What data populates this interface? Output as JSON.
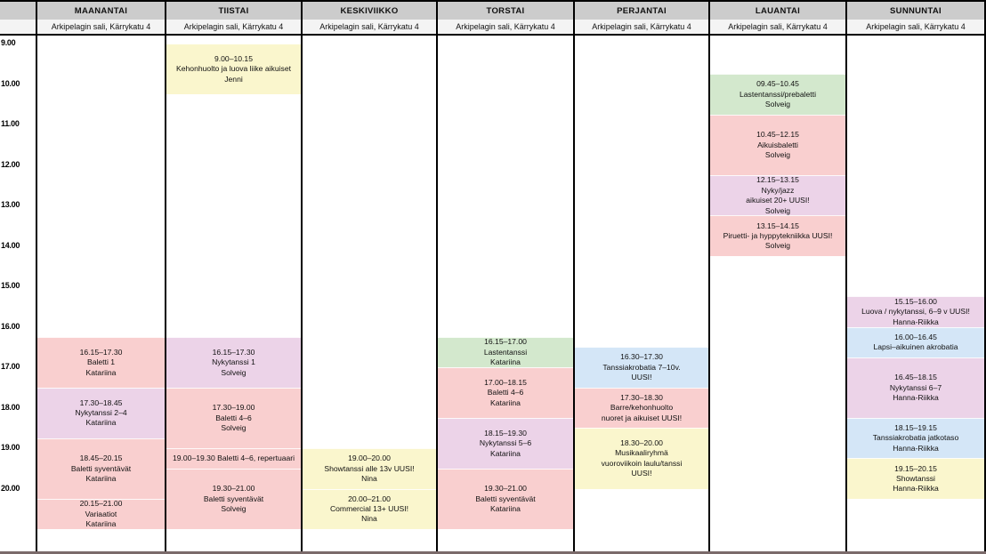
{
  "table": {
    "corner_label": "",
    "venue_line": "Arkipelagin sali, Kärrykatu 4",
    "time_labels": [
      "9.00",
      "10.00",
      "11.00",
      "12.00",
      "13.00",
      "14.00",
      "15.00",
      "16.00",
      "17.00",
      "18.00",
      "19.00",
      "20.00"
    ],
    "colors": {
      "header_bg": "#cccccc",
      "subheader_bg": "#f4f4f4",
      "pink": "#f9cfcf",
      "lilac": "#ecd3e8",
      "green": "#d3e8cd",
      "blue": "#d4e6f7",
      "yellow": "#faf6cd",
      "grid_line": "#000000"
    }
  },
  "days": [
    {
      "name": "MAANANTAI",
      "venue": "Arkipelagin sali, Kärrykatu 4",
      "events": [
        {
          "time": "16.15–17.30",
          "title": "Baletti 1",
          "teacher": "Katariina",
          "color": "pink",
          "start": 16.25,
          "end": 17.5
        },
        {
          "time": "17.30–18.45",
          "title": "Nykytanssi 2–4",
          "teacher": "Katariina",
          "color": "lilac",
          "start": 17.5,
          "end": 18.75
        },
        {
          "time": "18.45–20.15",
          "title": "Baletti syventävät",
          "teacher": "Katariina",
          "color": "pink",
          "start": 18.75,
          "end": 20.25
        },
        {
          "time": "20.15–21.00",
          "title": "Variaatiot",
          "teacher": "Katariina",
          "color": "pink",
          "start": 20.25,
          "end": 21.0
        }
      ]
    },
    {
      "name": "TIISTAI",
      "venue": "Arkipelagin sali, Kärrykatu 4",
      "events": [
        {
          "time": "9.00–10.15",
          "title": "Kehonhuolto ja luova liike aikuiset",
          "teacher": "Jenni",
          "color": "yellow",
          "start": 9.0,
          "end": 10.25
        },
        {
          "time": "16.15–17.30",
          "title": "Nykytanssi 1",
          "teacher": "Solveig",
          "color": "lilac",
          "start": 16.25,
          "end": 17.5
        },
        {
          "time": "17.30–19.00",
          "title": "Baletti 4–6",
          "teacher": "Solveig",
          "color": "pink",
          "start": 17.5,
          "end": 19.0
        },
        {
          "time": "19.00–19.30 Baletti 4–6, repertuaari",
          "title": "",
          "teacher": "",
          "color": "pink",
          "start": 19.0,
          "end": 19.5
        },
        {
          "time": "19.30–21.00",
          "title": "Baletti syventävät",
          "teacher": "Solveig",
          "color": "pink",
          "start": 19.5,
          "end": 21.0
        }
      ]
    },
    {
      "name": "KESKIVIIKKO",
      "venue": "Arkipelagin sali, Kärrykatu 4",
      "events": [
        {
          "time": "19.00–20.00",
          "title": "Showtanssi alle 13v UUSI!",
          "teacher": "Nina",
          "color": "yellow",
          "start": 19.0,
          "end": 20.0
        },
        {
          "time": "20.00–21.00",
          "title": "Commercial 13+ UUSI!",
          "teacher": "Nina",
          "color": "yellow",
          "start": 20.0,
          "end": 21.0
        }
      ]
    },
    {
      "name": "TORSTAI",
      "venue": "Arkipelagin sali, Kärrykatu 4",
      "events": [
        {
          "time": "16.15–17.00",
          "title": "Lastentanssi",
          "teacher": "Katariina",
          "color": "green",
          "start": 16.25,
          "end": 17.0
        },
        {
          "time": "17.00–18.15",
          "title": "Baletti 4–6",
          "teacher": "Katariina",
          "color": "pink",
          "start": 17.0,
          "end": 18.25
        },
        {
          "time": "18.15–19.30",
          "title": "Nykytanssi 5–6",
          "teacher": "Katariina",
          "color": "lilac",
          "start": 18.25,
          "end": 19.5
        },
        {
          "time": "19.30–21.00",
          "title": "Baletti syventävät",
          "teacher": "Katariina",
          "color": "pink",
          "start": 19.5,
          "end": 21.0
        }
      ]
    },
    {
      "name": "PERJANTAI",
      "venue": "Arkipelagin sali, Kärrykatu 4",
      "events": [
        {
          "time": "16.30–17.30",
          "title": "Tanssiakrobatia 7–10v.",
          "teacher": "UUSI!",
          "color": "blue",
          "start": 16.5,
          "end": 17.5
        },
        {
          "time": "17.30–18.30",
          "title": "Barre/kehonhuolto",
          "teacher": "nuoret ja aikuiset UUSI!",
          "color": "pink",
          "start": 17.5,
          "end": 18.5
        },
        {
          "time": "18.30–20.00",
          "title": "Musikaaliryhmä",
          "teacher": "vuoroviikoin laulu/tanssi",
          "extra": "UUSI!",
          "color": "yellow",
          "start": 18.5,
          "end": 20.0
        }
      ]
    },
    {
      "name": "LAUANTAI",
      "venue": "Arkipelagin sali, Kärrykatu 4",
      "events": [
        {
          "time": "09.45–10.45",
          "title": "Lastentanssi/prebaletti",
          "teacher": "Solveig",
          "color": "green",
          "start": 9.75,
          "end": 10.75
        },
        {
          "time": "10.45–12.15",
          "title": "Aikuisbaletti",
          "teacher": "Solveig",
          "color": "pink",
          "start": 10.75,
          "end": 12.25
        },
        {
          "time": "12.15–13.15",
          "title": "Nyky/jazz",
          "teacher": "aikuiset 20+ UUSI!",
          "extra": "Solveig",
          "color": "lilac",
          "start": 12.25,
          "end": 13.25
        },
        {
          "time": "13.15–14.15",
          "title": "Piruetti- ja hyppytekniikka UUSI!",
          "teacher": "Solveig",
          "color": "pink",
          "start": 13.25,
          "end": 14.25
        }
      ]
    },
    {
      "name": "SUNNUNTAI",
      "venue": "Arkipelagin sali, Kärrykatu 4",
      "events": [
        {
          "time": "15.15–16.00",
          "title": "Luova / nykytanssi, 6–9 v UUSI!",
          "teacher": "Hanna-Riikka",
          "color": "lilac",
          "start": 15.25,
          "end": 16.0
        },
        {
          "time": "16.00–16.45",
          "title": "Lapsi–aikuinen akrobatia",
          "teacher": "",
          "color": "blue",
          "start": 16.0,
          "end": 16.75
        },
        {
          "time": "16.45–18.15",
          "title": "Nykytanssi 6–7",
          "teacher": "Hanna-Riikka",
          "color": "lilac",
          "start": 16.75,
          "end": 18.25
        },
        {
          "time": "18.15–19.15",
          "title": "Tanssiakrobatia jatkotaso",
          "teacher": "Hanna-Riikka",
          "color": "blue",
          "start": 18.25,
          "end": 19.25
        },
        {
          "time": "19.15–20.15",
          "title": "Showtanssi",
          "teacher": "Hanna-Riikka",
          "color": "yellow",
          "start": 19.25,
          "end": 20.25
        }
      ]
    }
  ]
}
